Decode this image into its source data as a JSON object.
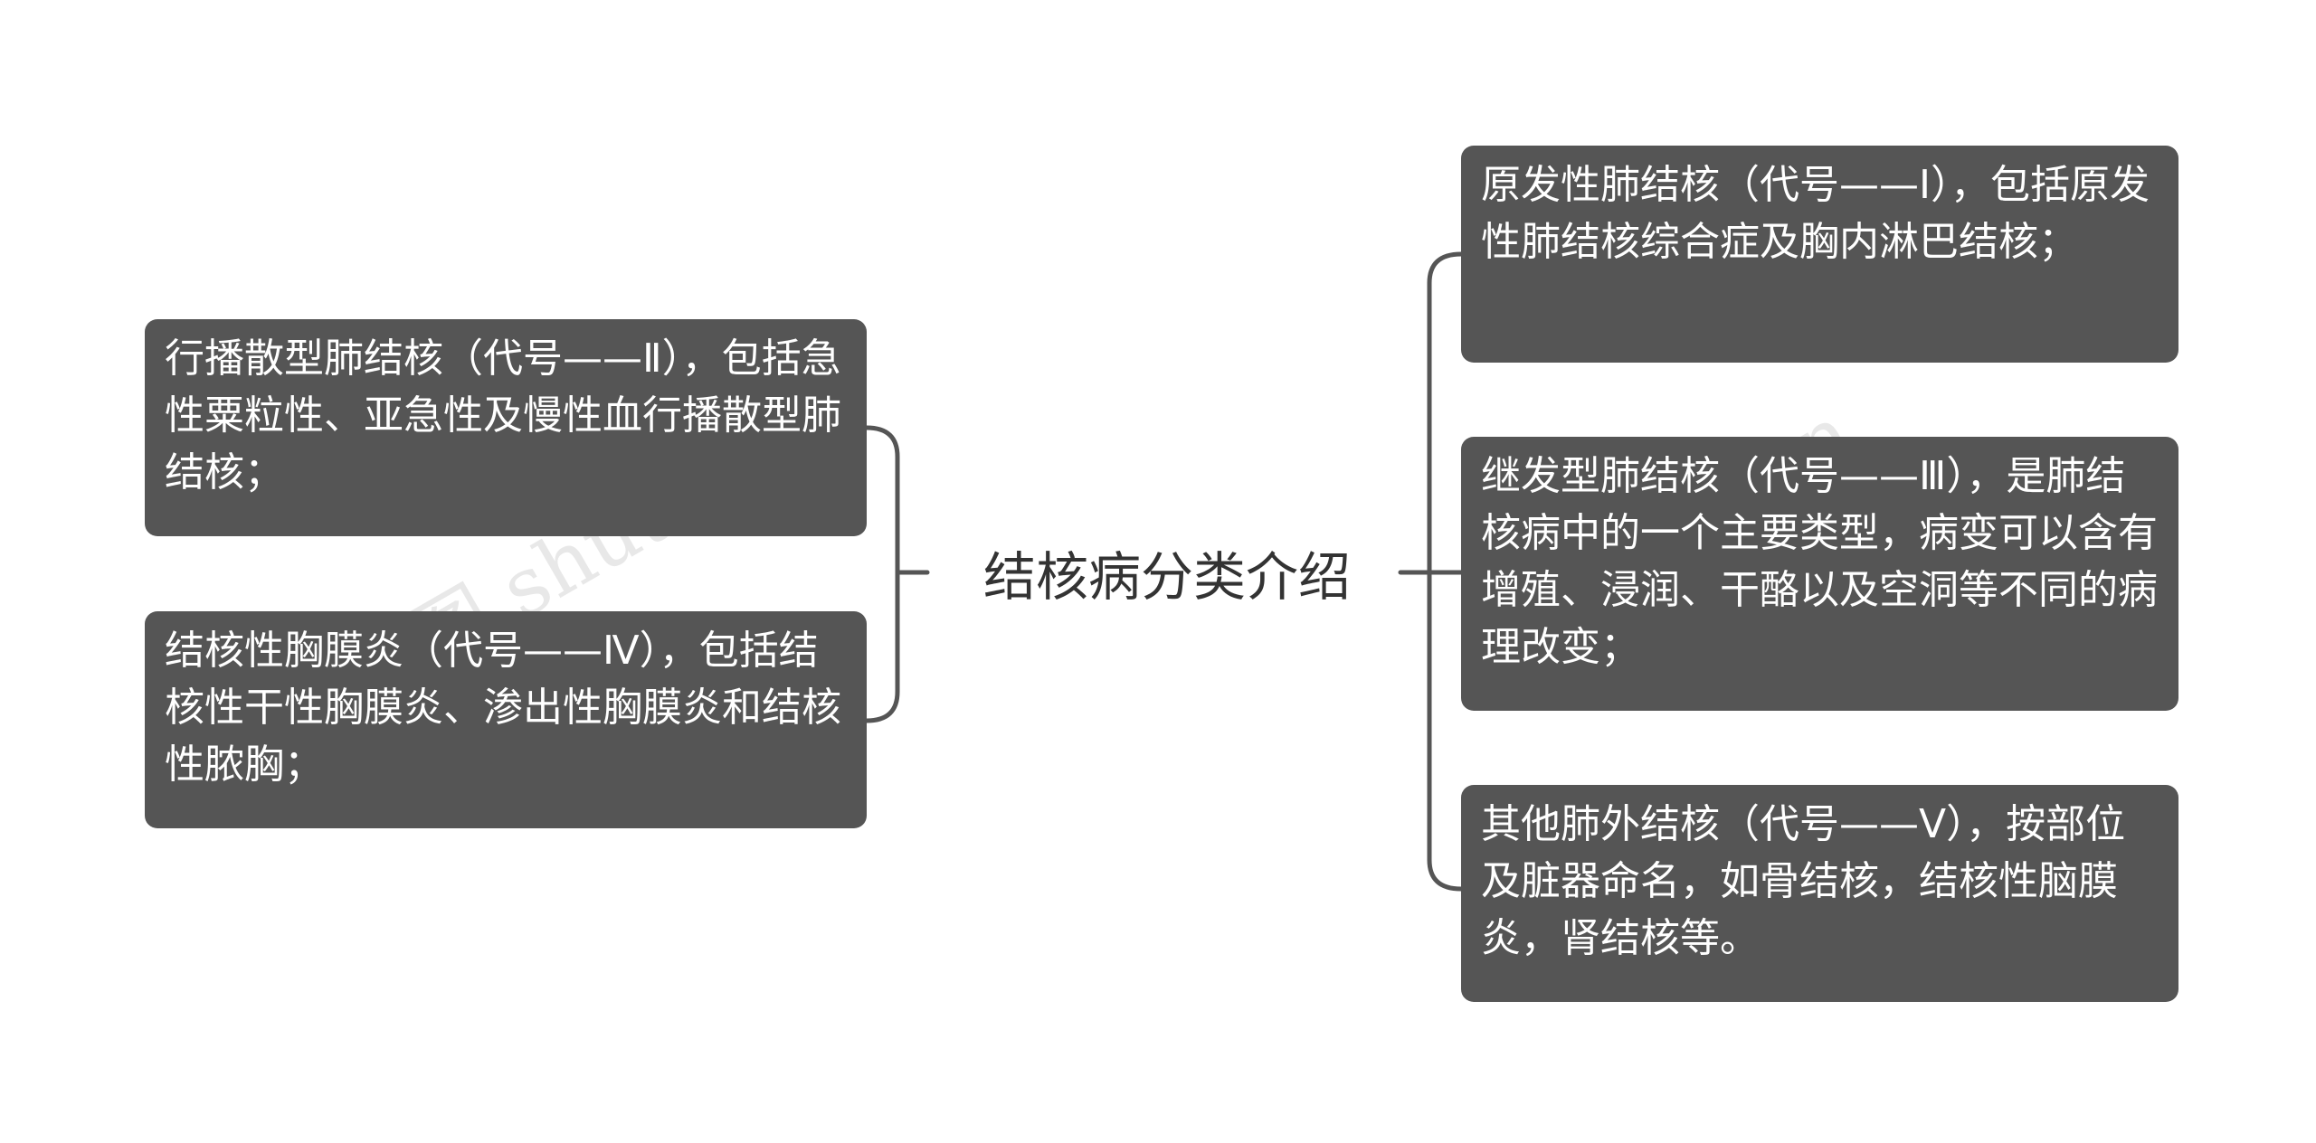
{
  "root": {
    "title": "结核病分类介绍"
  },
  "left_nodes": [
    {
      "text": "行播散型肺结核（代号——Ⅱ），包括急性粟粒性、亚急性及慢性血行播散型肺结核；"
    },
    {
      "text": "结核性胸膜炎（代号——Ⅳ），包括结核性干性胸膜炎、渗出性胸膜炎和结核性脓胸；"
    }
  ],
  "right_nodes": [
    {
      "text": "原发性肺结核（代号——Ⅰ），包括原发性肺结核综合症及胸内淋巴结核；"
    },
    {
      "text": "继发型肺结核（代号——Ⅲ），是肺结核病中的一个主要类型，病变可以含有增殖、浸润、干酪以及空洞等不同的病理改变；"
    },
    {
      "text": "其他肺外结核（代号——Ⅴ），按部位及脏器命名，如骨结核，结核性脑膜炎，肾结核等。"
    }
  ],
  "watermarks": [
    "树图 shutu.cn",
    "shutu.cn"
  ],
  "colors": {
    "node_bg": "#555555",
    "node_text": "#ffffff",
    "line": "#555555",
    "root_text": "#333333"
  }
}
